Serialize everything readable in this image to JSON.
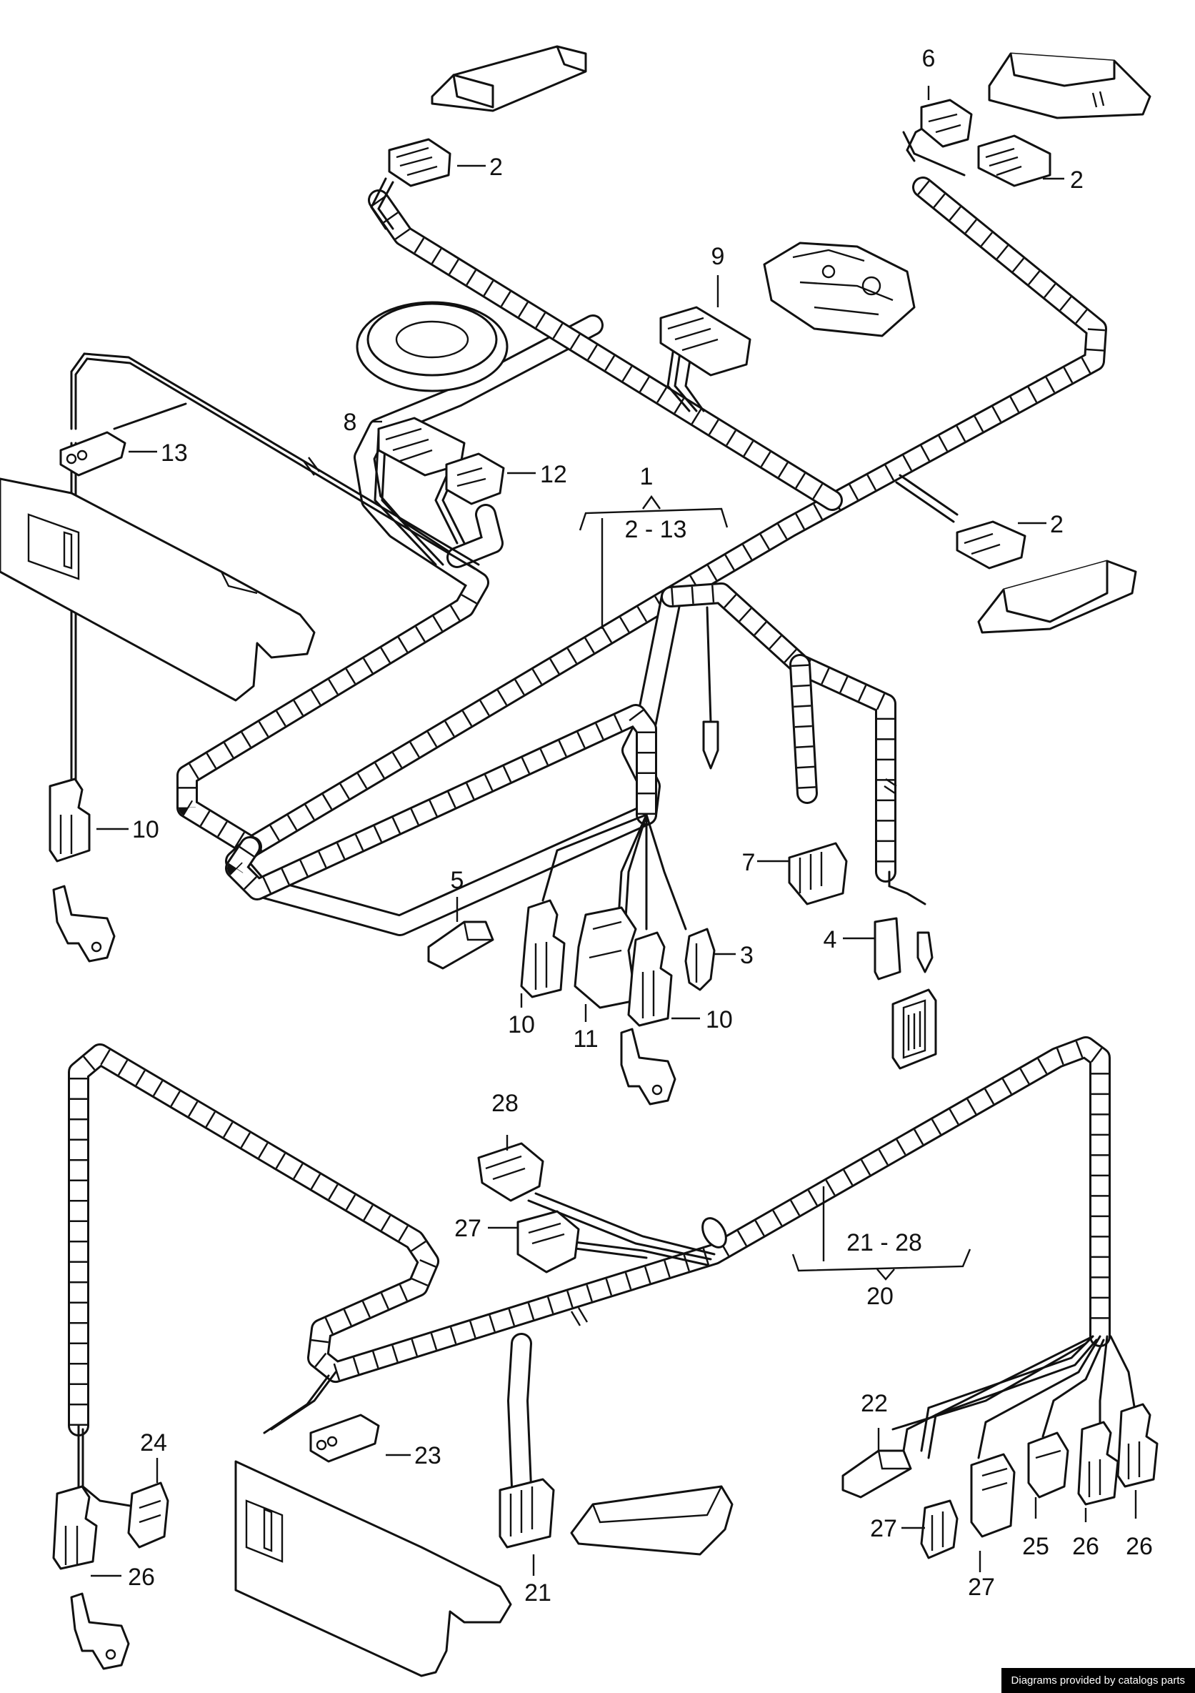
{
  "callouts": {
    "c1": "1",
    "c1_range": "2 - 13",
    "c2a": "2",
    "c2b": "2",
    "c2c": "2",
    "c3": "3",
    "c4": "4",
    "c5": "5",
    "c6": "6",
    "c7": "7",
    "c8": "8",
    "c9": "9",
    "c10a": "10",
    "c10b": "10",
    "c10c": "10",
    "c11": "11",
    "c12": "12",
    "c13": "13",
    "c20": "20",
    "c20_range": "21 - 28",
    "c21": "21",
    "c22": "22",
    "c23": "23",
    "c24": "24",
    "c25": "25",
    "c26a": "26",
    "c26b": "26",
    "c26c": "26",
    "c27a": "27",
    "c27b": "27",
    "c27c": "27",
    "c28": "28"
  },
  "credit": "Diagrams provided by catalogs parts"
}
